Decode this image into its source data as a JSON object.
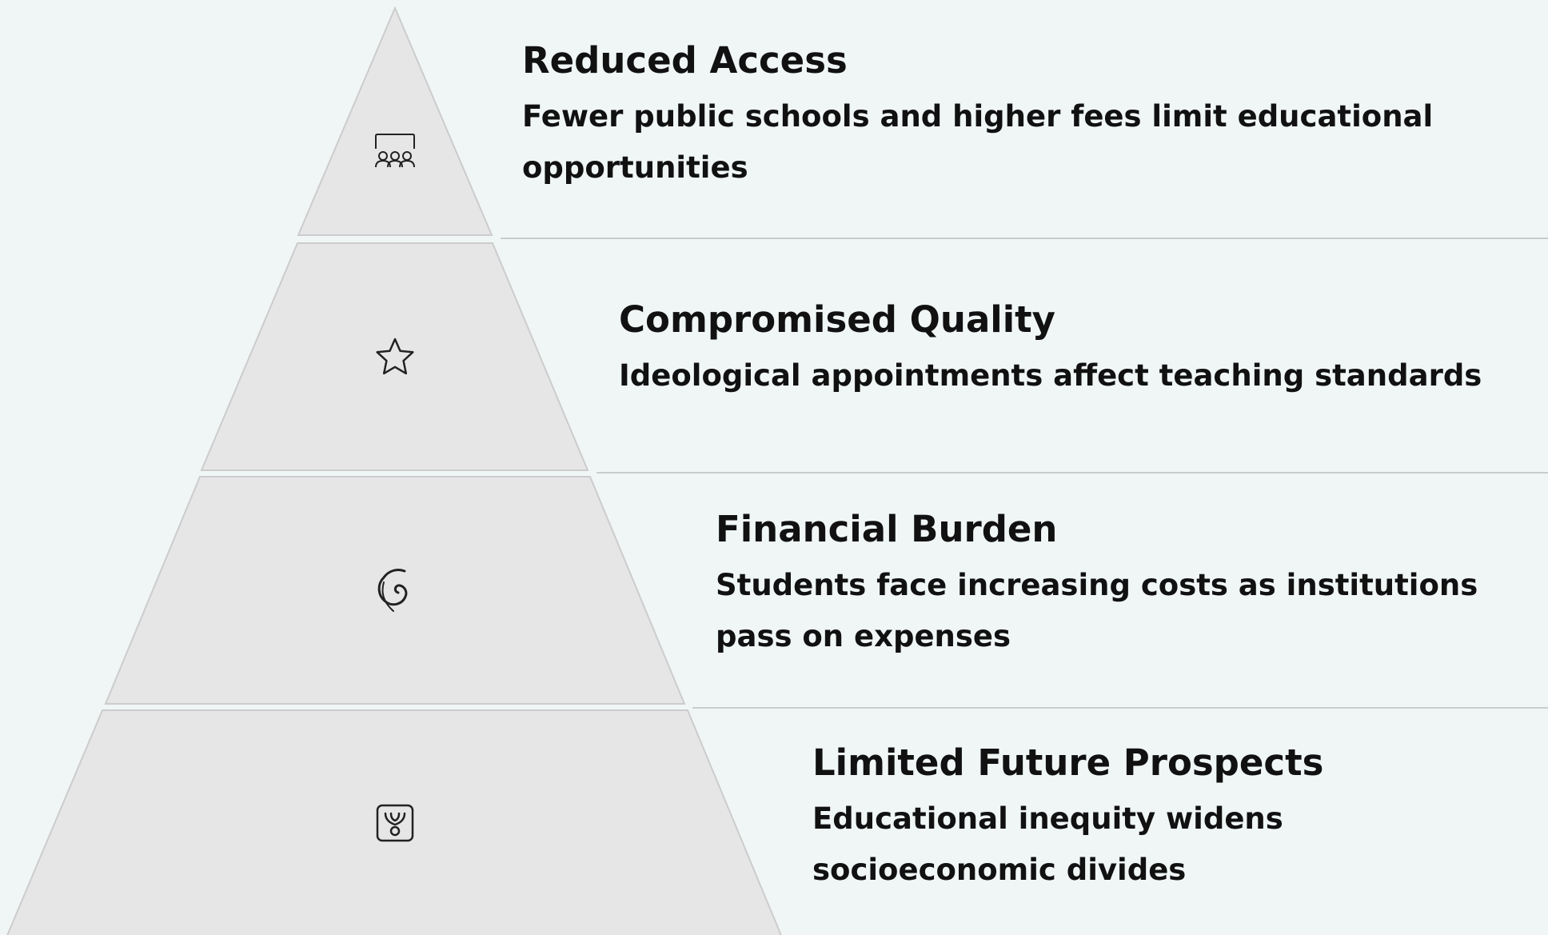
{
  "colors": {
    "background": "#f0f6f6",
    "segment_fill": "#e6e6e6",
    "segment_stroke": "#cccccc",
    "divider": "#c8cccc",
    "text": "#111111"
  },
  "levels": [
    {
      "title": "Reduced Access",
      "description": "Fewer public schools and higher fees limit educational opportunities",
      "icon": "school-audience-icon"
    },
    {
      "title": "Compromised Quality",
      "description": "Ideological appointments affect teaching standards",
      "icon": "star-icon"
    },
    {
      "title": "Financial Burden",
      "description": "Students face increasing costs as institutions pass on expenses",
      "icon": "swirl-icon"
    },
    {
      "title": "Limited Future Prospects",
      "description": "Educational inequity widens socioeconomic divides",
      "icon": "branch-icon"
    }
  ]
}
